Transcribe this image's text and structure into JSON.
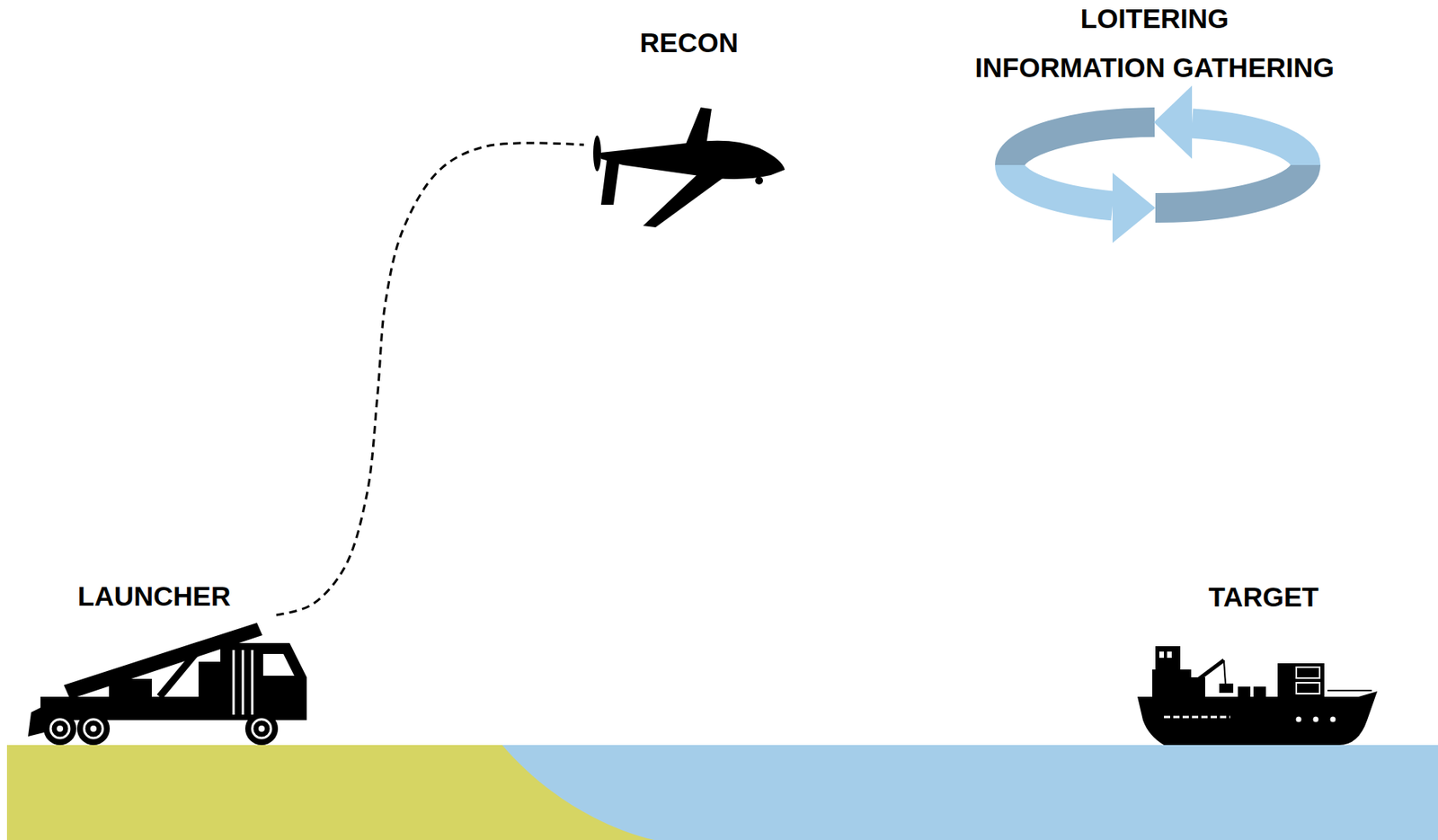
{
  "diagram": {
    "nodes": [
      {
        "text": [
          "LAUNCHER"
        ]
      },
      {
        "text": [
          "RECON"
        ]
      },
      {
        "text": [
          "LOITERING",
          "INFORMATION GATHERING"
        ]
      },
      {
        "text": [
          "TARGET"
        ]
      }
    ],
    "edges": [
      {
        "from": 0,
        "to": 1,
        "arrow": "none"
      }
    ]
  }
}
